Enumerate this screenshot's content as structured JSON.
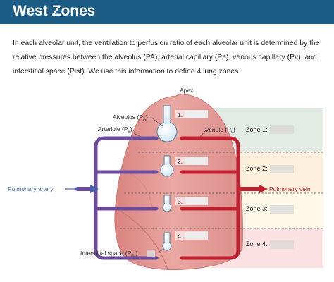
{
  "header": {
    "title": "West Zones"
  },
  "intro": {
    "text": "In each alveolar unit, the ventilation to perfusion ratio of each alveolar unit is determined by the relative pressures between the alveolus (PA), arterial capillary (Pa), venous capillary (Pv), and interstitial space (Pist). We use this information to define 4 lung zones."
  },
  "diagram": {
    "apex": "Apex",
    "alveolus_label": "Alveolus (P",
    "alveolus_sub": "A",
    "arteriole_label": "Arteriole (P",
    "arteriole_sub": "a",
    "venule_label": "Venule (P",
    "venule_sub": "v",
    "interstitial_label": "Interstitial space (P",
    "interstitial_sub": "ist",
    "close_paren": ")",
    "pulmonary_artery": "Pulmonary artery",
    "pulmonary_vein": "Pulmonary vein",
    "units": [
      "1.",
      "2.",
      "3.",
      "4."
    ],
    "zones": [
      "Zone 1:",
      "Zone 2:",
      "Zone 3:",
      "Zone 4:"
    ],
    "colors": {
      "artery": "#6d4b9c",
      "vein": "#c0202f",
      "lung": "#e39c98",
      "zone1": "#e2ece4",
      "zone2": "#fcf0dc",
      "zone3": "#fff8e8",
      "zone4": "#fbe1e1"
    }
  }
}
